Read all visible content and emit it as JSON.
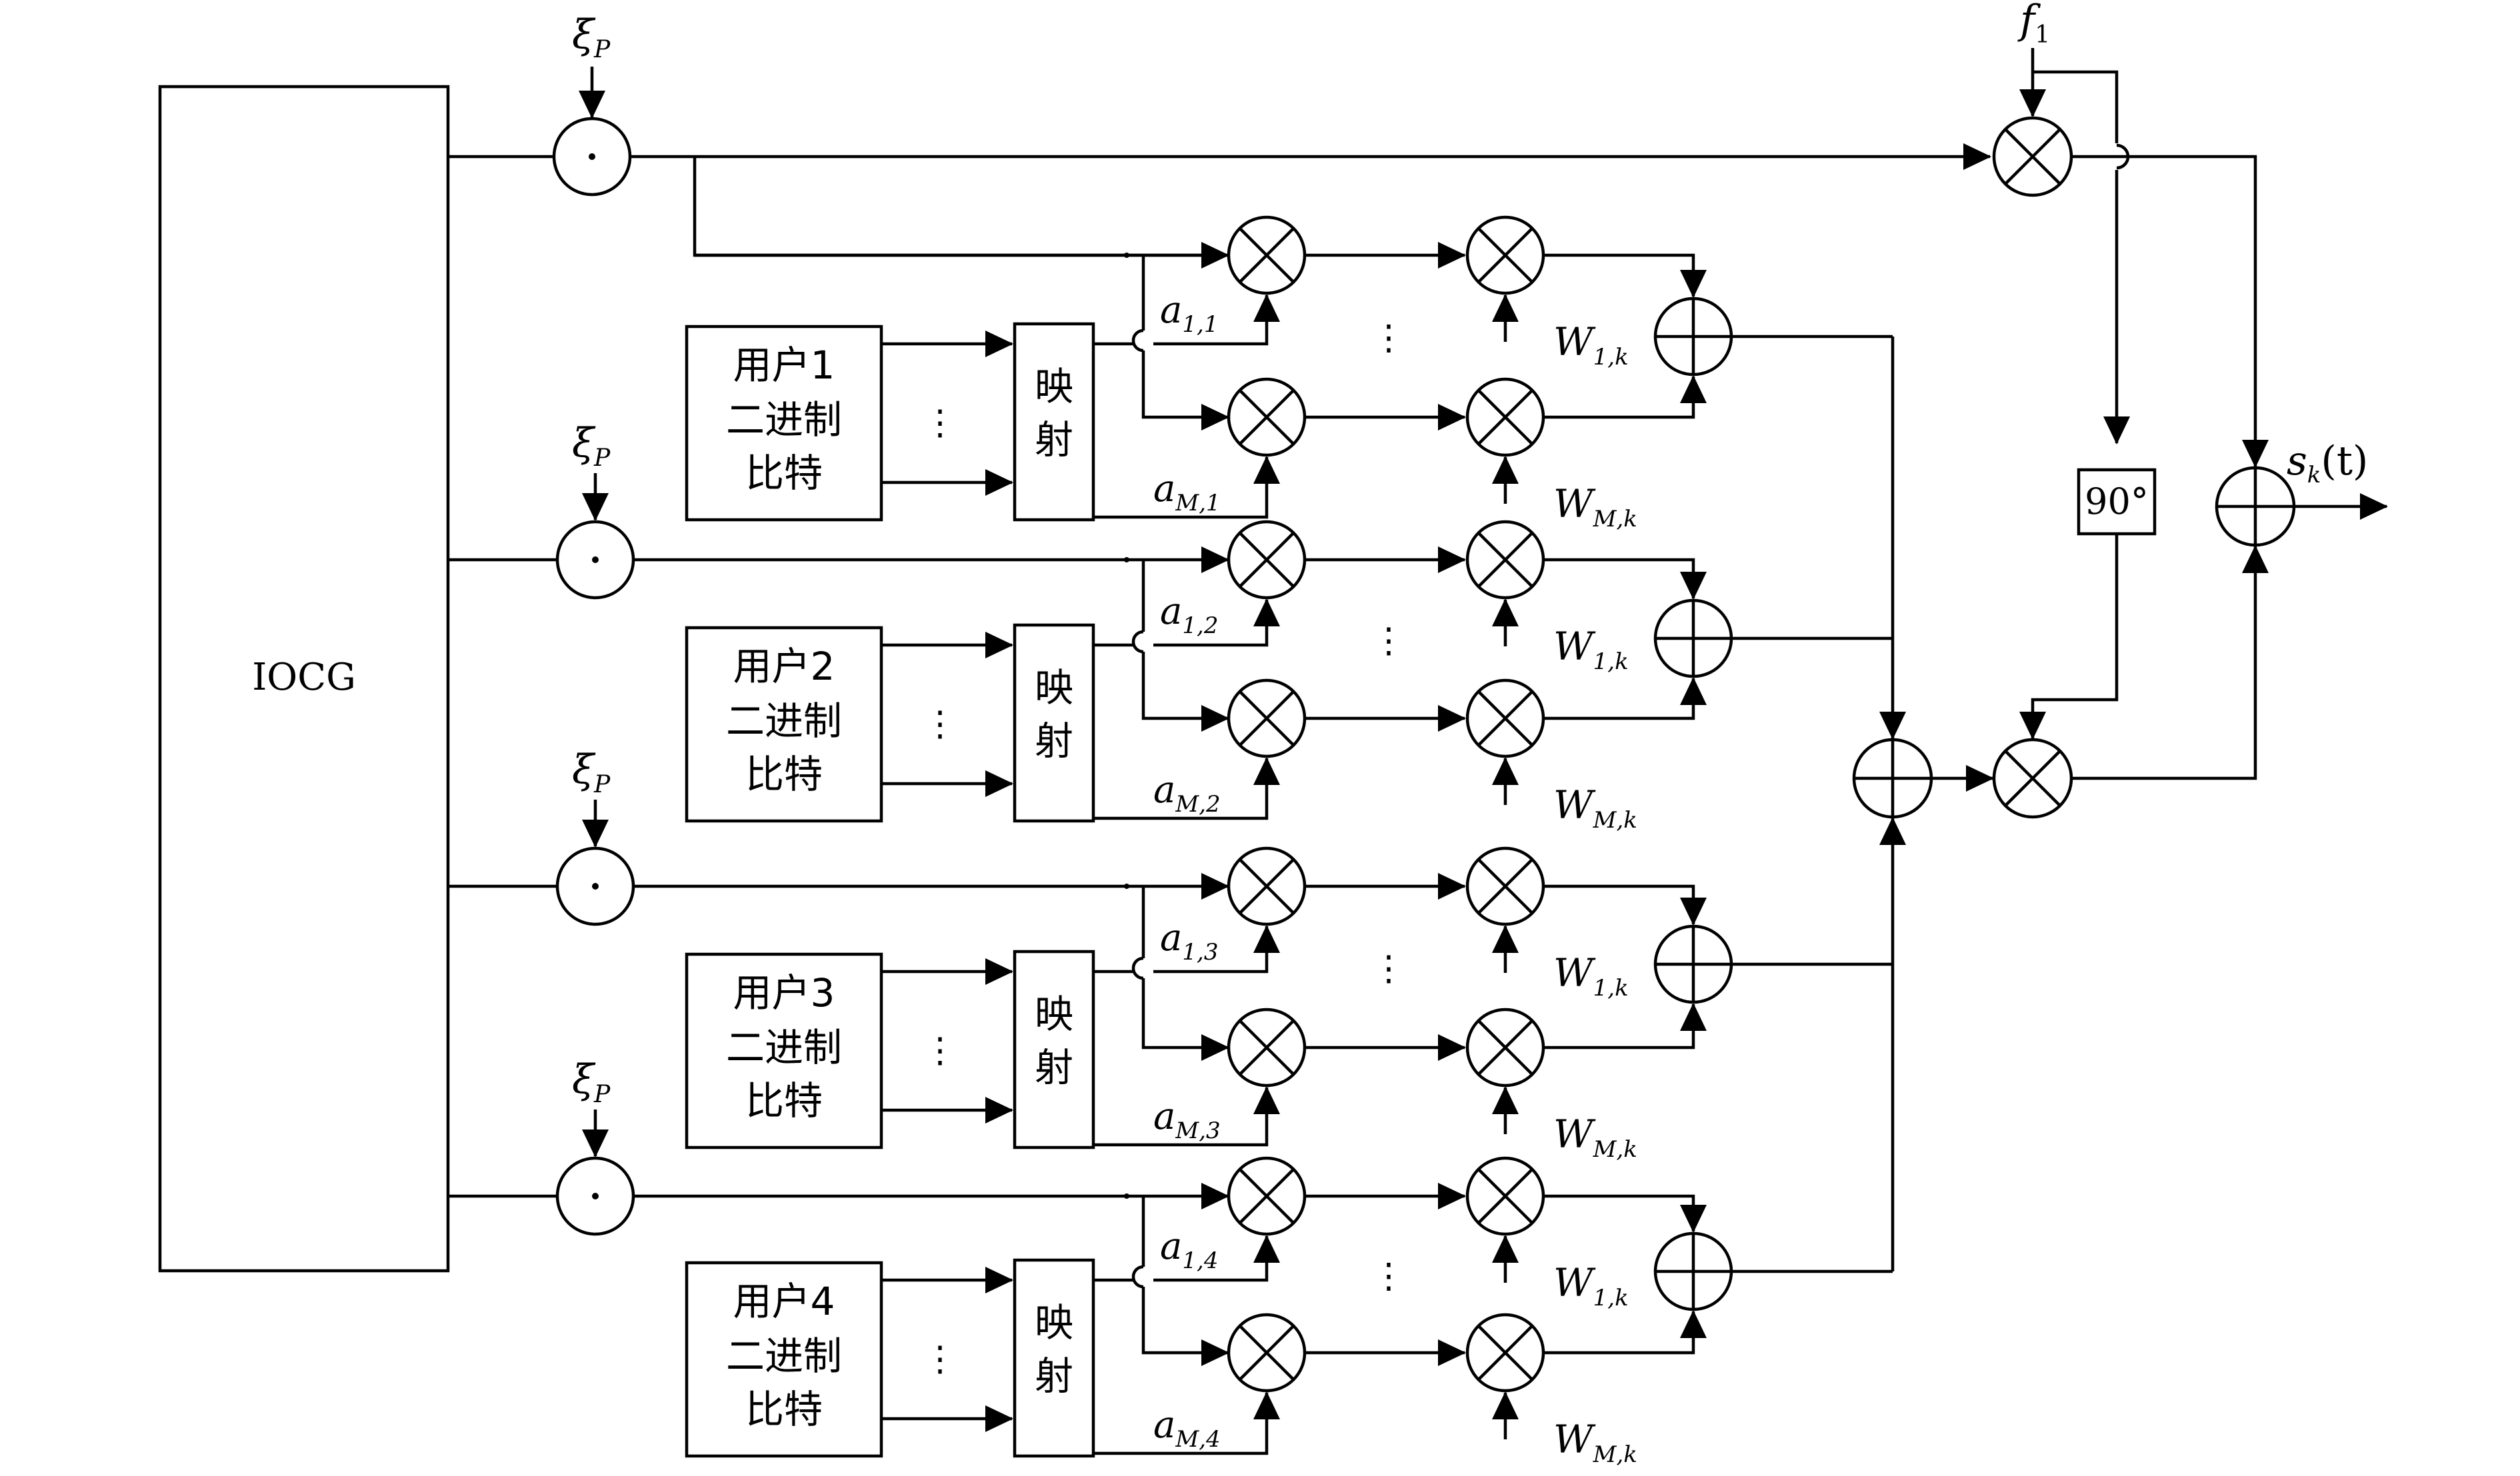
{
  "iocg_label": "IOCG",
  "xi": "ξ",
  "xi_sub": "P",
  "f": "f",
  "f_sub": "1",
  "phase_label": "90°",
  "out_s": "s",
  "out_sub": "k",
  "out_arg": "(t)",
  "user_line2": "二进制",
  "user_line3": "比特",
  "map_line1": "映",
  "map_line2": "射",
  "dots": "⋮",
  "w_letter": "W",
  "a_letter": "a",
  "users": [
    {
      "label": "用户1",
      "a_top": "1,1",
      "a_bot": "M,1",
      "w_top": "1,k",
      "w_bot": "M,k"
    },
    {
      "label": "用户2",
      "a_top": "1,2",
      "a_bot": "M,2",
      "w_top": "1,k",
      "w_bot": "M,k"
    },
    {
      "label": "用户3",
      "a_top": "1,3",
      "a_bot": "M,3",
      "w_top": "1,k",
      "w_bot": "M,k"
    },
    {
      "label": "用户4",
      "a_top": "1,4",
      "a_bot": "M,4",
      "w_top": "1,k",
      "w_bot": "M,k"
    }
  ]
}
